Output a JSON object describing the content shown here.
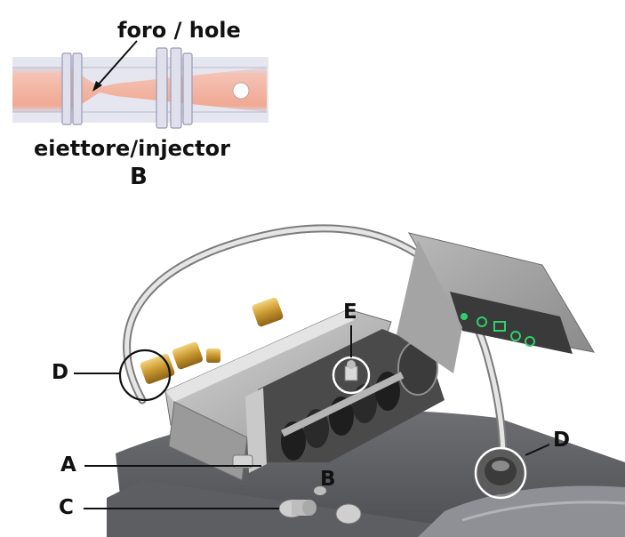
{
  "injector_detail": {
    "hole_label": "foro / hole",
    "injector_label": "eiettore/injector",
    "injector_letter": "B"
  },
  "callouts": {
    "a": "A",
    "b": "B",
    "c": "C",
    "d_left": "D",
    "d_right": "D",
    "e": "E"
  },
  "colors": {
    "injector_body": "#f2b7a8",
    "callout_ring": "#ffffff",
    "leader": "#111111",
    "display_led": "#2fd06b"
  }
}
